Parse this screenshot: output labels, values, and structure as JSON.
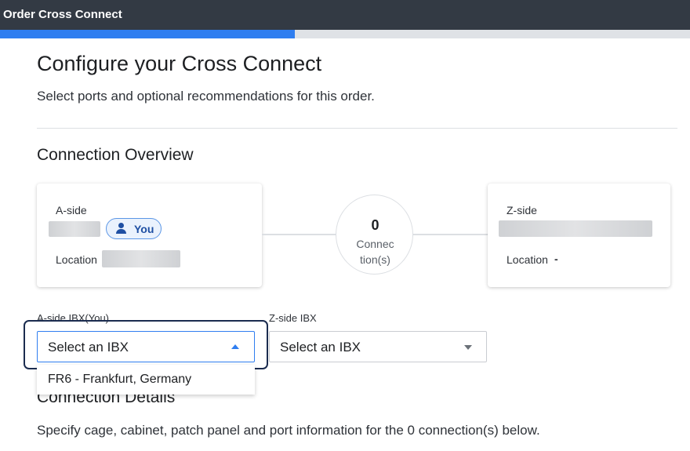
{
  "header": {
    "title": "Order Cross Connect",
    "progress_percent": 42.7
  },
  "page": {
    "title": "Configure your Cross Connect",
    "subtitle": "Select ports and optional recommendations for this order."
  },
  "overview": {
    "title": "Connection Overview",
    "a_side": {
      "label": "A-side",
      "badge": "You",
      "location_label": "Location"
    },
    "connections": {
      "count": "0",
      "label_line1": "Connec",
      "label_line2": "tion(s)"
    },
    "z_side": {
      "label": "Z-side",
      "location_label": "Location",
      "location_value": "-"
    }
  },
  "ibx": {
    "a_label": "A-side IBX(You)",
    "a_value": "Select an IBX",
    "z_label": "Z-side IBX",
    "z_value": "Select an IBX",
    "options": [
      "FR6 - Frankfurt, Germany"
    ]
  },
  "details": {
    "title": "Connection Details",
    "description": "Specify cage, cabinet, patch panel and port information for the 0 connection(s) below."
  },
  "colors": {
    "accent": "#2f7ef0",
    "topbar": "#333a44",
    "highlight": "#1b2c4f"
  }
}
